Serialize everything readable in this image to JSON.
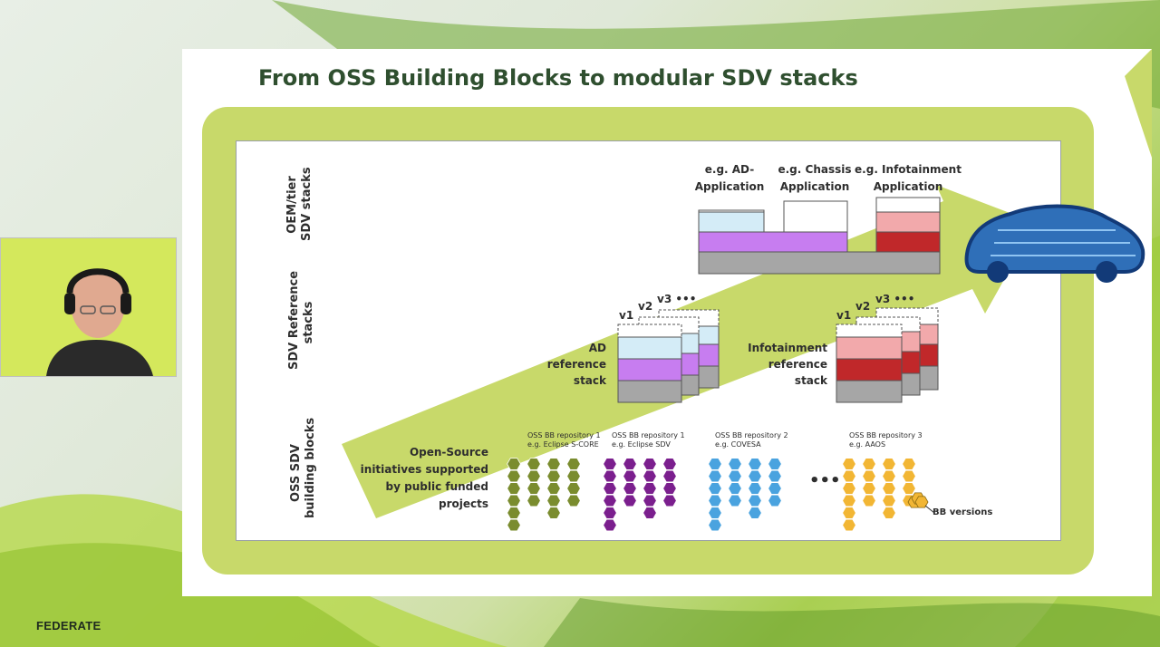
{
  "slide": {
    "title": "From OSS Building Blocks to modular SDV stacks"
  },
  "rows": {
    "top_line1": "OEM/tier",
    "top_line2": "SDV stacks",
    "middle_line1": "SDV Reference",
    "middle_line2": "stacks",
    "bottom_line1": "OSS SDV",
    "bottom_line2": "building blocks"
  },
  "oem_stack": {
    "ad_app_line1": "e.g. AD-",
    "ad_app_line2": "Application",
    "chassis_line1": "e.g. Chassis",
    "chassis_line2": "Application",
    "infotainment_line1": "e.g. Infotainment",
    "infotainment_line2": "Application"
  },
  "reference_stacks": {
    "ad_label_line1": "AD",
    "ad_label_line2": "reference",
    "ad_label_line3": "stack",
    "infotainment_label_line1": "Infotainment",
    "infotainment_label_line2": "reference",
    "infotainment_label_line3": "stack",
    "ad_versions": [
      "v1",
      "v2",
      "v3 •••"
    ],
    "infotainment_versions": [
      "v1",
      "v2",
      "v3 •••"
    ]
  },
  "building_blocks": {
    "intro_line1": "Open-Source",
    "intro_line2": "initiatives supported",
    "intro_line3": "by public funded",
    "intro_line4": "projects",
    "repos": [
      {
        "name": "OSS BB repository 1",
        "example": "e.g. Eclipse S-CORE",
        "color": "#7a8c2e"
      },
      {
        "name": "OSS BB repository 1",
        "example": "e.g. Eclipse SDV",
        "color": "#7b1f8e"
      },
      {
        "name": "OSS BB repository 2",
        "example": "e.g. COVESA",
        "color": "#4aa3df"
      },
      {
        "name": "OSS BB repository 3",
        "example": "e.g. AAOS",
        "color": "#f2b634"
      }
    ],
    "ellipsis": "•••",
    "versions_label": "BB versions"
  },
  "colors": {
    "arrow": "#c8d96a",
    "light_blue": "#d4ecf7",
    "purple": "#c77df0",
    "grey": "#a6a6a6",
    "pink": "#f2a9ab",
    "dark_red": "#c0282a",
    "title_green": "#2f4f2f"
  },
  "branding": {
    "logo_text": "FEDERATE"
  },
  "video": {
    "participant_icon": "person-video-icon"
  }
}
